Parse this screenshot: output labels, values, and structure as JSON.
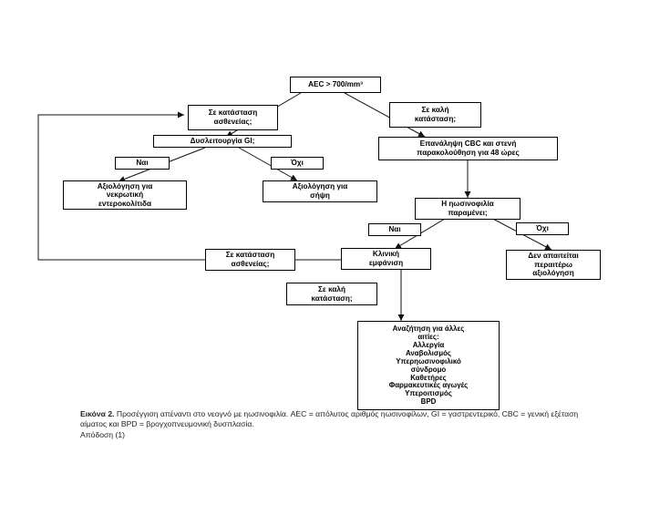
{
  "diagram": {
    "nodes": {
      "aec": "AEC > 700/mm³",
      "ill_left_top": "Σε κατάσταση\nασθενείας;",
      "good_right_top": "Σε καλή\nκατάσταση;",
      "gi": "Δυσλειτουργία GI;",
      "repeat_cbc": "Επανάληψη CBC και στενή\nπαρακολούθηση για 48 ώρες",
      "yes_1": "Ναι",
      "no_1": "Όχι",
      "nec": "Αξιολόγηση για\nνεκρωτική\nεντεροκολίτιδα",
      "sepsis": "Αξιολόγηση για\nσήψη",
      "persist": "Η ηωσινοφιλία\nπαραμένει;",
      "yes_2": "Ναι",
      "no_2": "Όχι",
      "ill_mid": "Σε κατάσταση\nασθενείας;",
      "clinical": "Κλινική\nεμφάνιση",
      "no_further": "Δεν απαιτείται\nπεραιτέρω\nαξιολόγηση",
      "good_mid": "Σε καλή\nκατάσταση;",
      "other_causes": "Αναζήτηση για άλλες\nαιτίες:\nΑλλεργία\nΑναβολισμός\nΥπερηωσινοφιλικό\nσύνδρομο\nΚαθετήρες\nΦαρμακευτικές αγωγές\nΥπεροιτισμός\nBPD"
    }
  },
  "caption": {
    "lead": "Εικόνα 2.",
    "text": " Προσέγγιση απέναντι στο νεογνό με ηωσινοφιλία. AEC = απόλυτος αριθμός ηωσινοφίλων, GI = γαστρεντερικό, CBC = γενική εξέταση αίματος και BPD = βρογχοπνευμονική δυσπλασία.",
    "source": "Απόδοση (1)"
  }
}
